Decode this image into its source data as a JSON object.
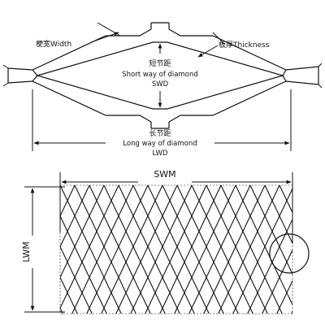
{
  "labels": {
    "strand_width": "梗宽Width",
    "thickness": "板厚Thickness",
    "swd_cn": "短节距",
    "swd_en": "Short way of diamond",
    "swd": "SWD",
    "lwd_cn": "长节距",
    "lwd_en": "Long way of diamond",
    "lwd": "LWD",
    "swm": "SWM",
    "lwm": "LWM"
  },
  "colors": {
    "ink": "#111111",
    "background": "#ffffff"
  }
}
